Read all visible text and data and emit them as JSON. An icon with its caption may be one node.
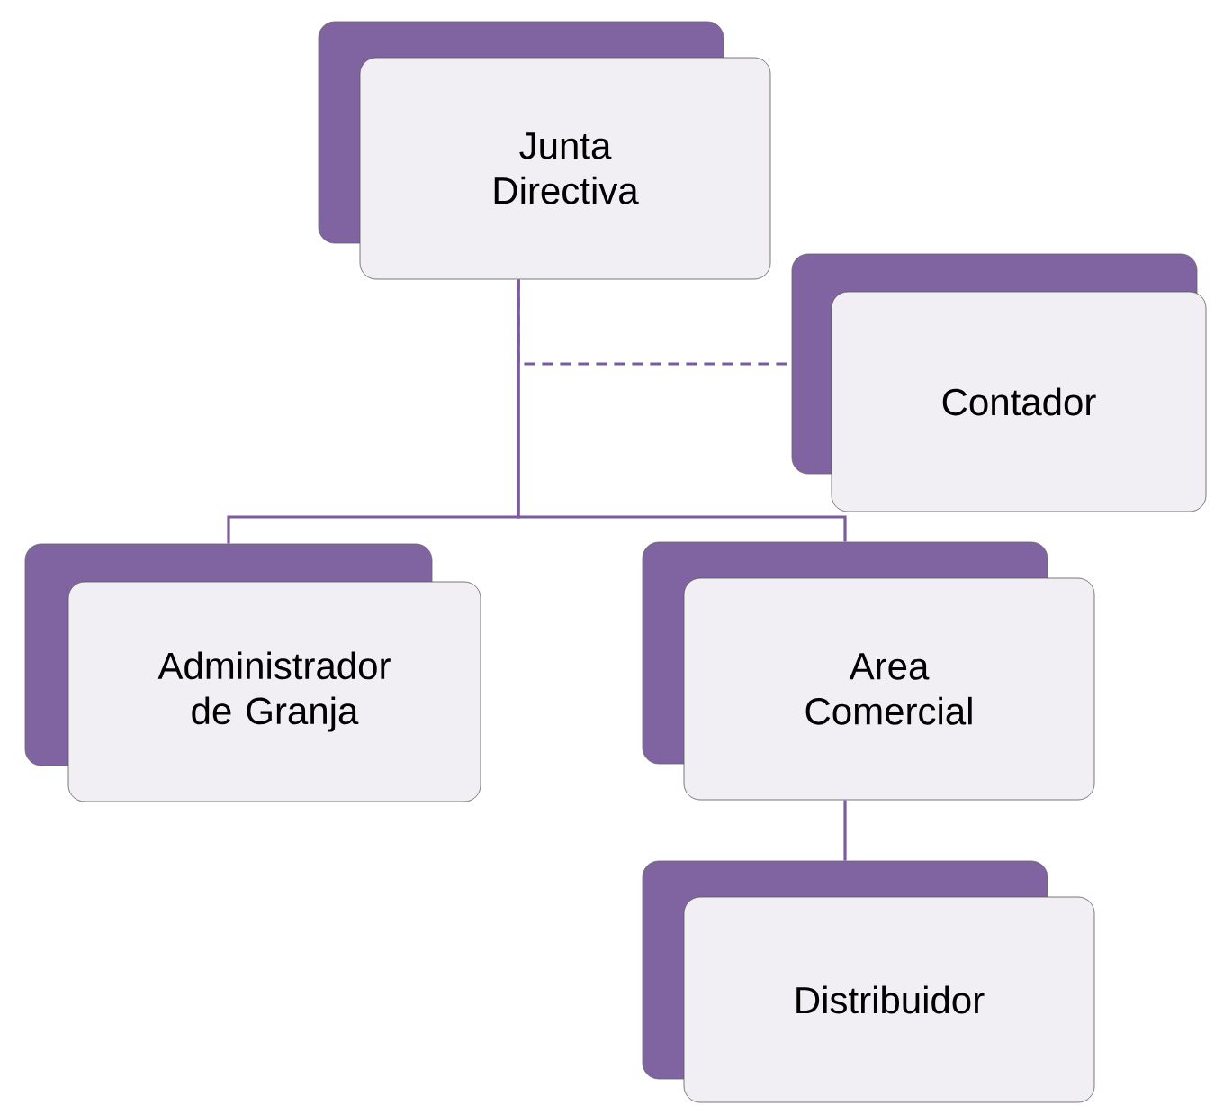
{
  "diagram": {
    "nodes": [
      {
        "text": [
          "Junta Directiva"
        ]
      },
      {
        "text": [
          "Contador"
        ]
      },
      {
        "text": [
          "Administrador de Granja"
        ]
      },
      {
        "text": [
          "Area Comercial"
        ]
      },
      {
        "text": [
          "Distribuidor"
        ]
      }
    ],
    "edges": [
      {
        "from": 0,
        "to": 1,
        "arrow": "none",
        "style": "dashed"
      },
      {
        "from": 0,
        "to": 2,
        "arrow": "none"
      },
      {
        "from": 0,
        "to": 3,
        "arrow": "none"
      },
      {
        "from": 3,
        "to": 4,
        "arrow": "none"
      }
    ]
  }
}
